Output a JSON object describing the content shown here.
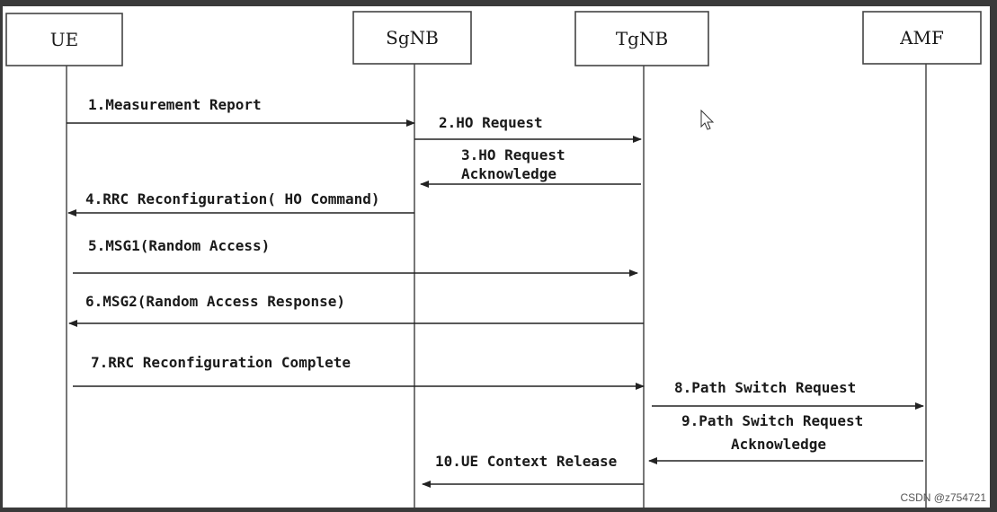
{
  "participants": [
    {
      "id": "ue",
      "label": "UE"
    },
    {
      "id": "sgnb",
      "label": "SgNB"
    },
    {
      "id": "tgnb",
      "label": "TgNB"
    },
    {
      "id": "amf",
      "label": "AMF"
    }
  ],
  "messages": [
    {
      "id": "m1",
      "from": "ue",
      "to": "sgnb",
      "lines": [
        "1.Measurement Report"
      ]
    },
    {
      "id": "m2",
      "from": "sgnb",
      "to": "tgnb",
      "lines": [
        "2.HO Request"
      ]
    },
    {
      "id": "m3",
      "from": "tgnb",
      "to": "sgnb",
      "lines": [
        "3.HO Request",
        "Acknowledge"
      ]
    },
    {
      "id": "m4",
      "from": "sgnb",
      "to": "ue",
      "lines": [
        "4.RRC Reconfiguration( HO Command)"
      ]
    },
    {
      "id": "m5",
      "from": "ue",
      "to": "tgnb",
      "lines": [
        "5.MSG1(Random Access)"
      ]
    },
    {
      "id": "m6",
      "from": "tgnb",
      "to": "ue",
      "lines": [
        "6.MSG2(Random Access Response)"
      ]
    },
    {
      "id": "m7",
      "from": "ue",
      "to": "tgnb",
      "lines": [
        "7.RRC Reconfiguration Complete"
      ]
    },
    {
      "id": "m8",
      "from": "tgnb",
      "to": "amf",
      "lines": [
        "8.Path Switch Request"
      ]
    },
    {
      "id": "m9",
      "from": "amf",
      "to": "tgnb",
      "lines": [
        "9.Path Switch Request",
        "Acknowledge"
      ]
    },
    {
      "id": "m10",
      "from": "tgnb",
      "to": "sgnb",
      "lines": [
        "10.UE Context Release"
      ]
    }
  ],
  "watermark": "CSDN @z754721"
}
